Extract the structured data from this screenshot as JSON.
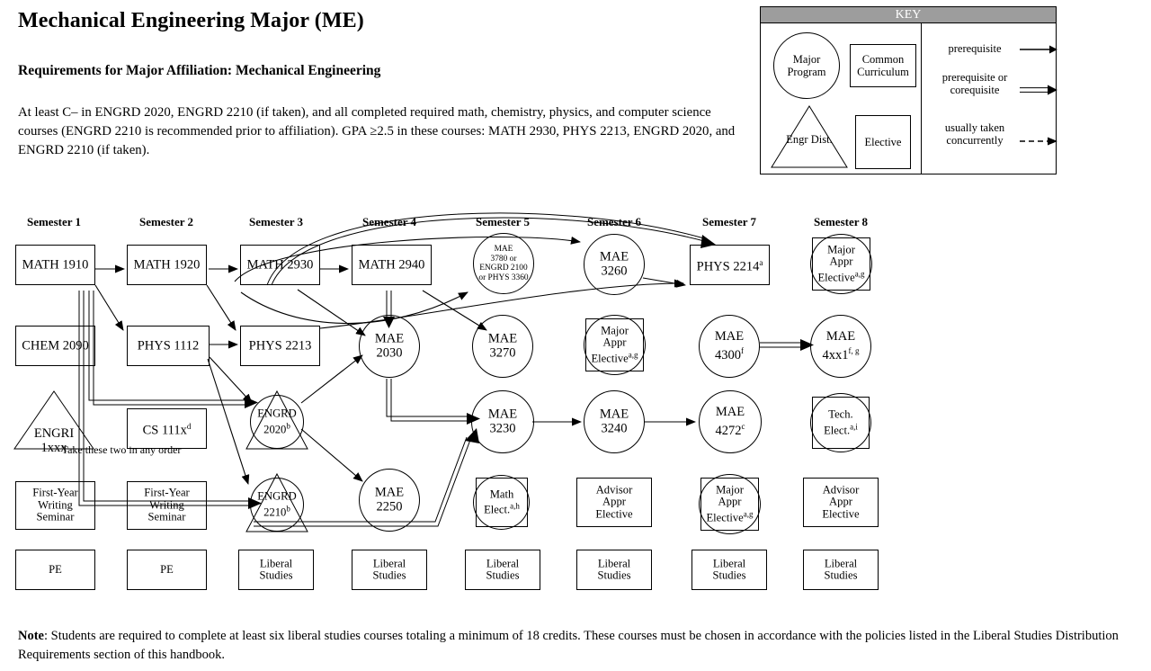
{
  "header": {
    "title": "Mechanical Engineering Major (ME)",
    "requirements_heading": "Requirements for Major Affiliation:  Mechanical Engineering",
    "requirements_body": "At least C– in ENGRD 2020, ENGRD 2210 (if taken), and all completed required math, chemistry, physics, and computer science courses (ENGRD 2210 is recommended prior to affiliation). GPA ≥2.5 in these courses: MATH 2930, PHYS 2213, ENGRD 2020, and ENGRD 2210 (if taken)."
  },
  "key": {
    "title": "KEY",
    "shapes": [
      {
        "name": "major-program",
        "label": "Major\nProgram",
        "shape": "circle"
      },
      {
        "name": "common-curriculum",
        "label": "Common\nCurriculum",
        "shape": "rect"
      },
      {
        "name": "engr-dist",
        "label": "Engr\nDist.",
        "shape": "triangle"
      },
      {
        "name": "elective",
        "label": "Elective",
        "shape": "rect"
      }
    ],
    "legends": [
      {
        "name": "prerequisite",
        "label": "prerequisite",
        "arrow": "solid-single"
      },
      {
        "name": "prerequisite-or-corequisite",
        "label": "prerequisite\nor\ncorequisite",
        "arrow": "solid-double"
      },
      {
        "name": "usually-taken-concurrently",
        "label": "usually\ntaken\nconcurrently",
        "arrow": "dashed"
      }
    ]
  },
  "diagram": {
    "semesters": [
      "Semester 1",
      "Semester 2",
      "Semester 3",
      "Semester 4",
      "Semester 5",
      "Semester 6",
      "Semester 7",
      "Semester 8"
    ],
    "note_any_order": "Take these two in any order",
    "nodes": [
      {
        "id": "math1910",
        "label": "MATH 1910",
        "sup": "",
        "type": "common",
        "semester": 1,
        "row": 1
      },
      {
        "id": "math1920",
        "label": "MATH 1920",
        "sup": "",
        "type": "common",
        "semester": 2,
        "row": 1
      },
      {
        "id": "math2930",
        "label": "MATH 2930",
        "sup": "",
        "type": "common",
        "semester": 3,
        "row": 1
      },
      {
        "id": "math2940",
        "label": "MATH 2940",
        "sup": "",
        "type": "common",
        "semester": 4,
        "row": 1
      },
      {
        "id": "mae3780alt",
        "label": "MAE\n3780 or\nENGRD 2100\nor PHYS 3360",
        "sup": "",
        "type": "major",
        "semester": 5,
        "row": 1
      },
      {
        "id": "mae3260",
        "label": "MAE\n3260",
        "sup": "",
        "type": "major",
        "semester": 6,
        "row": 1
      },
      {
        "id": "phys2214",
        "label": "PHYS 2214",
        "sup": "a",
        "type": "common",
        "semester": 7,
        "row": 1
      },
      {
        "id": "majelec8",
        "label": "Major\nAppr\nElective",
        "sup": "a,g",
        "type": "elective",
        "semester": 8,
        "row": 1
      },
      {
        "id": "chem2090",
        "label": "CHEM 2090",
        "sup": "",
        "type": "common",
        "semester": 1,
        "row": 2
      },
      {
        "id": "phys1112",
        "label": "PHYS 1112",
        "sup": "",
        "type": "common",
        "semester": 2,
        "row": 2
      },
      {
        "id": "phys2213",
        "label": "PHYS 2213",
        "sup": "",
        "type": "common",
        "semester": 3,
        "row": 2
      },
      {
        "id": "mae2030",
        "label": "MAE\n2030",
        "sup": "",
        "type": "major",
        "semester": 4,
        "row": 2
      },
      {
        "id": "mae3270",
        "label": "MAE\n3270",
        "sup": "",
        "type": "major",
        "semester": 5,
        "row": 2
      },
      {
        "id": "majelec6",
        "label": "Major\nAppr\nElective",
        "sup": "a,g",
        "type": "elective",
        "semester": 6,
        "row": 2
      },
      {
        "id": "mae4300",
        "label": "MAE\n4300",
        "sup": "f",
        "type": "major",
        "semester": 7,
        "row": 2
      },
      {
        "id": "mae4xx1",
        "label": "MAE\n4xx1",
        "sup": "f, g",
        "type": "major",
        "semester": 8,
        "row": 2
      },
      {
        "id": "engri1xxx",
        "label": "ENGRI\n1xxx",
        "sup": "",
        "type": "engrdist-tri",
        "semester": 1,
        "row": 3
      },
      {
        "id": "cs111x",
        "label": "CS 111x",
        "sup": "d",
        "type": "common",
        "semester": 2,
        "row": 3
      },
      {
        "id": "engrd2020",
        "label": "ENGRD\n2020",
        "sup": "b",
        "type": "engrdist",
        "semester": 3,
        "row": 3
      },
      {
        "id": "mae3230",
        "label": "MAE\n3230",
        "sup": "",
        "type": "major",
        "semester": 5,
        "row": 3
      },
      {
        "id": "mae3240",
        "label": "MAE\n3240",
        "sup": "",
        "type": "major",
        "semester": 6,
        "row": 3
      },
      {
        "id": "mae4272",
        "label": "MAE\n4272",
        "sup": "c",
        "type": "major",
        "semester": 7,
        "row": 3
      },
      {
        "id": "techelect",
        "label": "Tech.\nElect.",
        "sup": "a,i",
        "type": "elective",
        "semester": 8,
        "row": 3
      },
      {
        "id": "fws1",
        "label": "First-Year\nWriting\nSeminar",
        "sup": "",
        "type": "common",
        "semester": 1,
        "row": 4
      },
      {
        "id": "fws2",
        "label": "First-Year\nWriting\nSeminar",
        "sup": "",
        "type": "common",
        "semester": 2,
        "row": 4
      },
      {
        "id": "engrd2210",
        "label": "ENGRD\n2210",
        "sup": "b",
        "type": "engrdist",
        "semester": 3,
        "row": 4
      },
      {
        "id": "mae2250",
        "label": "MAE\n2250",
        "sup": "",
        "type": "major",
        "semester": 4,
        "row": 4
      },
      {
        "id": "mathelect",
        "label": "Math\nElect.",
        "sup": "a,h",
        "type": "elective",
        "semester": 5,
        "row": 4
      },
      {
        "id": "advelec6",
        "label": "Advisor\nAppr\nElective",
        "sup": "",
        "type": "elective-plain",
        "semester": 6,
        "row": 4
      },
      {
        "id": "majelec7",
        "label": "Major\nAppr\nElective",
        "sup": "a,g",
        "type": "elective",
        "semester": 7,
        "row": 4
      },
      {
        "id": "advelec8",
        "label": "Advisor\nAppr\nElective",
        "sup": "",
        "type": "elective-plain",
        "semester": 8,
        "row": 4
      },
      {
        "id": "pe1",
        "label": "PE",
        "sup": "",
        "type": "common",
        "semester": 1,
        "row": 5
      },
      {
        "id": "pe2",
        "label": "PE",
        "sup": "",
        "type": "common",
        "semester": 2,
        "row": 5
      },
      {
        "id": "lib3",
        "label": "Liberal\nStudies",
        "sup": "",
        "type": "common",
        "semester": 3,
        "row": 5
      },
      {
        "id": "lib4",
        "label": "Liberal\nStudies",
        "sup": "",
        "type": "common",
        "semester": 4,
        "row": 5
      },
      {
        "id": "lib5",
        "label": "Liberal\nStudies",
        "sup": "",
        "type": "common",
        "semester": 5,
        "row": 5
      },
      {
        "id": "lib6",
        "label": "Liberal\nStudies",
        "sup": "",
        "type": "common",
        "semester": 6,
        "row": 5
      },
      {
        "id": "lib7",
        "label": "Liberal\nStudies",
        "sup": "",
        "type": "common",
        "semester": 7,
        "row": 5
      },
      {
        "id": "lib8",
        "label": "Liberal\nStudies",
        "sup": "",
        "type": "common",
        "semester": 8,
        "row": 5
      }
    ],
    "edges": [
      {
        "from": "math1910",
        "to": "math1920",
        "kind": "prerequisite"
      },
      {
        "from": "math1920",
        "to": "math2930",
        "kind": "prerequisite"
      },
      {
        "from": "math1920",
        "to": "math2940",
        "kind": "prerequisite"
      },
      {
        "from": "math1910",
        "to": "phys1112",
        "kind": "prerequisite"
      },
      {
        "from": "math1920",
        "to": "phys2213",
        "kind": "prerequisite"
      },
      {
        "from": "phys1112",
        "to": "phys2213",
        "kind": "prerequisite"
      },
      {
        "from": "phys1112",
        "to": "engrd2020",
        "kind": "prerequisite"
      },
      {
        "from": "phys1112",
        "to": "engrd2210",
        "kind": "prerequisite"
      },
      {
        "from": "math1910",
        "to": "engrd2020",
        "kind": "prereq-or-coreq"
      },
      {
        "from": "math1910",
        "to": "engrd2210",
        "kind": "prereq-or-coreq"
      },
      {
        "from": "engrd2020",
        "to": "mae2030",
        "kind": "prerequisite"
      },
      {
        "from": "engrd2020",
        "to": "mae2250",
        "kind": "prerequisite"
      },
      {
        "from": "math2930",
        "to": "mae2030",
        "kind": "prerequisite"
      },
      {
        "from": "math2940",
        "to": "mae2030",
        "kind": "prereq-or-coreq"
      },
      {
        "from": "mae2030",
        "to": "mae3230",
        "kind": "prereq-or-coreq"
      },
      {
        "from": "mae2250",
        "to": "mae3230",
        "kind": "prereq-or-coreq"
      },
      {
        "from": "engrd2210",
        "to": "mae3230",
        "kind": "prereq-or-coreq"
      },
      {
        "from": "mae3230",
        "to": "mae3240",
        "kind": "prerequisite"
      },
      {
        "from": "mae3240",
        "to": "mae4272",
        "kind": "prerequisite"
      },
      {
        "from": "mae4300",
        "to": "mae4xx1",
        "kind": "prereq-or-coreq"
      },
      {
        "from": "math2930",
        "to": "mae3780alt",
        "kind": "prerequisite"
      },
      {
        "from": "math2940",
        "to": "mae3270",
        "kind": "prerequisite"
      },
      {
        "from": "math2930",
        "to": "mae3260",
        "kind": "prerequisite"
      },
      {
        "from": "math2930",
        "to": "phys2214",
        "kind": "prereq-or-coreq"
      },
      {
        "from": "phys2213",
        "to": "phys2214",
        "kind": "prerequisite"
      },
      {
        "from": "mae3260",
        "to": "phys2214",
        "kind": "prerequisite"
      }
    ]
  },
  "footer": {
    "note_label": "Note",
    "note_text": ": Students are required to complete at least six liberal studies courses totaling a minimum of 18 credits.  These courses must be chosen in accordance with the policies listed in the Liberal Studies Distribution Requirements section of this handbook."
  },
  "colors": {
    "line": "#000000",
    "key_header_bg": "#9d9d9d",
    "key_header_text": "#ffffff",
    "page_bg": "#ffffff"
  }
}
